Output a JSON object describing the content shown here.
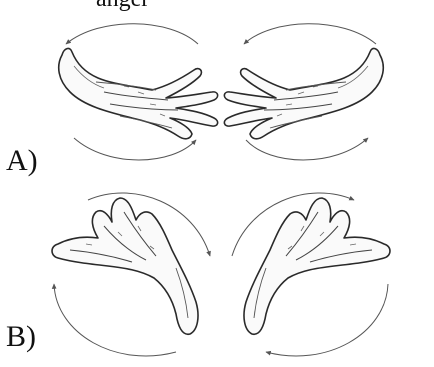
{
  "partial_caption": "anger",
  "label_a": "A)",
  "label_b": "B)",
  "colors": {
    "ink": "#2a2a2a",
    "arrow": "#555555",
    "paper": "#ffffff"
  },
  "figures": [
    {
      "group": "A",
      "side": "left",
      "icon": "hand-rotate-icon",
      "rotation": "counterclockwise"
    },
    {
      "group": "A",
      "side": "right",
      "icon": "hand-rotate-icon",
      "rotation": "clockwise"
    },
    {
      "group": "B",
      "side": "left",
      "icon": "hand-rotate-icon",
      "rotation": "clockwise"
    },
    {
      "group": "B",
      "side": "right",
      "icon": "hand-rotate-icon",
      "rotation": "counterclockwise"
    }
  ]
}
